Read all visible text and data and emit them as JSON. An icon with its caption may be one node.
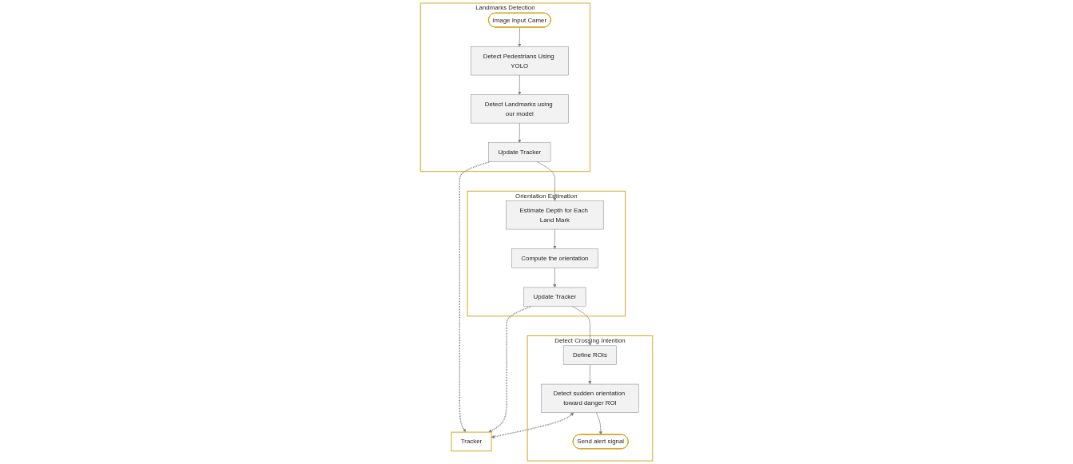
{
  "diagram": {
    "nodes": [
      {
        "text": [
          "Tracker"
        ]
      },
      {
        "text": [
          "Landmarks Detection"
        ]
      },
      {
        "text": [
          "Image Input Camer"
        ],
        "in": 1
      },
      {
        "text": [
          "Detect Pedestrians Using YOLO"
        ],
        "in": 1
      },
      {
        "text": [
          "Detect Landmarks using our model"
        ],
        "in": 1
      },
      {
        "text": [
          "Update Tracker"
        ],
        "in": 1
      },
      {
        "text": [
          "Orientation Estimation"
        ]
      },
      {
        "text": [
          "Update Tracker"
        ],
        "in": 6
      },
      {
        "text": [
          "Compute the orientation"
        ],
        "in": 6
      },
      {
        "text": [
          "Estimate Depth for Each Land Mark"
        ],
        "in": 6
      },
      {
        "text": [
          "Detect Crossing Intention"
        ]
      },
      {
        "text": [
          "Define ROIs"
        ],
        "in": 10
      },
      {
        "text": [
          "Detect sudden orientation toward danger ROI"
        ],
        "in": 10
      },
      {
        "text": [
          "Send alert signal"
        ],
        "in": 10
      }
    ],
    "edges": [
      {
        "from": 2,
        "to": 3,
        "arrow": "to"
      },
      {
        "from": 3,
        "to": 4,
        "arrow": "to"
      },
      {
        "from": 4,
        "to": 5,
        "arrow": "to"
      },
      {
        "from": 5,
        "to": 0,
        "arrow": "to",
        "style": "dashed"
      },
      {
        "from": 5,
        "to": 9,
        "arrow": "to"
      },
      {
        "from": 9,
        "to": 8,
        "arrow": "to"
      },
      {
        "from": 8,
        "to": 7,
        "arrow": "to"
      },
      {
        "from": 7,
        "to": 0,
        "arrow": "to",
        "style": "dashed"
      },
      {
        "from": 7,
        "to": 11,
        "arrow": "to"
      },
      {
        "from": 11,
        "to": 12,
        "arrow": "to"
      },
      {
        "from": 12,
        "to": 0,
        "arrow": "both",
        "style": "dashed"
      },
      {
        "from": 12,
        "to": 13,
        "arrow": "to"
      }
    ]
  }
}
